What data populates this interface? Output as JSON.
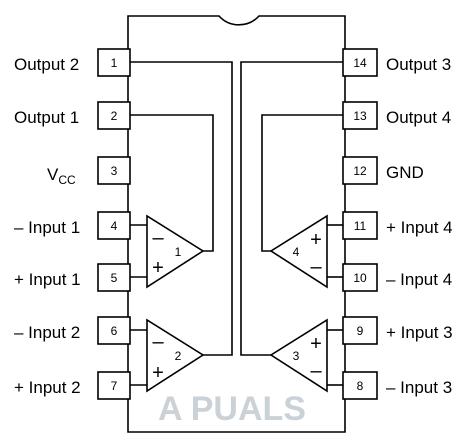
{
  "chip": {
    "left_pins": [
      {
        "num": "1",
        "label": "Output 2"
      },
      {
        "num": "2",
        "label": "Output 1"
      },
      {
        "num": "3",
        "label": "V",
        "sub": "CC"
      },
      {
        "num": "4",
        "label": "– Input 1"
      },
      {
        "num": "5",
        "label": "+ Input 1"
      },
      {
        "num": "6",
        "label": "– Input 2"
      },
      {
        "num": "7",
        "label": "+ Input 2"
      }
    ],
    "right_pins": [
      {
        "num": "14",
        "label": "Output 3"
      },
      {
        "num": "13",
        "label": "Output 4"
      },
      {
        "num": "12",
        "label": "GND"
      },
      {
        "num": "11",
        "label": "+ Input 4"
      },
      {
        "num": "10",
        "label": "– Input 4"
      },
      {
        "num": "9",
        "label": "+ Input 3"
      },
      {
        "num": "8",
        "label": "– Input 3"
      }
    ]
  },
  "amplifiers": [
    {
      "num": "1",
      "top_sign": "–",
      "bottom_sign": "+"
    },
    {
      "num": "2",
      "top_sign": "–",
      "bottom_sign": "+"
    },
    {
      "num": "4",
      "top_sign": "+",
      "bottom_sign": "–"
    },
    {
      "num": "3",
      "top_sign": "+",
      "bottom_sign": "–"
    }
  ],
  "watermark": "A PUALS"
}
